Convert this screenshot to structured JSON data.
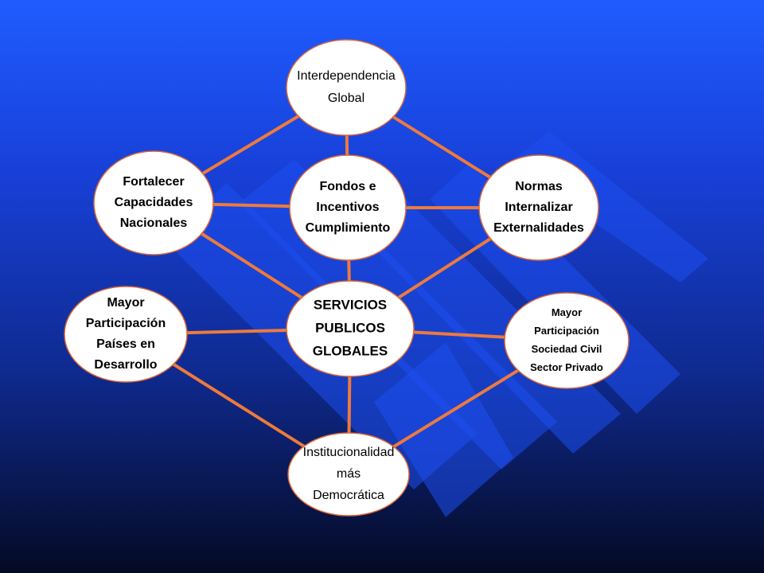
{
  "colors": {
    "connector": "#ee7a3c",
    "node_fill": "#ffffff",
    "node_stroke": "#d9683a",
    "decor_stripe": "#1e4ff0"
  },
  "nodes": {
    "interdependencia": {
      "lines": [
        "Interdependencia",
        "Global"
      ]
    },
    "fortalecer": {
      "lines": [
        "Fortalecer",
        "Capacidades",
        "Nacionales"
      ]
    },
    "fondos": {
      "lines": [
        "Fondos e",
        "Incentivos",
        "Cumplimiento"
      ]
    },
    "normas": {
      "lines": [
        "Normas",
        "Internalizar",
        "Externalidades"
      ]
    },
    "servicios": {
      "lines": [
        "SERVICIOS",
        "PUBLICOS",
        "GLOBALES"
      ]
    },
    "mayor_paises": {
      "lines": [
        "Mayor",
        "Participación",
        "Países en",
        "Desarrollo"
      ]
    },
    "mayor_sociedad": {
      "lines": [
        "Mayor",
        "Participación",
        "Sociedad Civil",
        "Sector Privado"
      ]
    },
    "institucionalidad": {
      "lines": [
        "Institucionalidad",
        "más",
        "Democrática"
      ]
    }
  },
  "edges": [
    [
      "interdependencia",
      "fortalecer"
    ],
    [
      "interdependencia",
      "fondos"
    ],
    [
      "interdependencia",
      "normas"
    ],
    [
      "fortalecer",
      "fondos"
    ],
    [
      "fondos",
      "normas"
    ],
    [
      "fortalecer",
      "servicios"
    ],
    [
      "fondos",
      "servicios"
    ],
    [
      "normas",
      "servicios"
    ],
    [
      "mayor_paises",
      "servicios"
    ],
    [
      "servicios",
      "mayor_sociedad"
    ],
    [
      "servicios",
      "institucionalidad"
    ],
    [
      "mayor_paises",
      "institucionalidad"
    ],
    [
      "mayor_sociedad",
      "institucionalidad"
    ]
  ]
}
